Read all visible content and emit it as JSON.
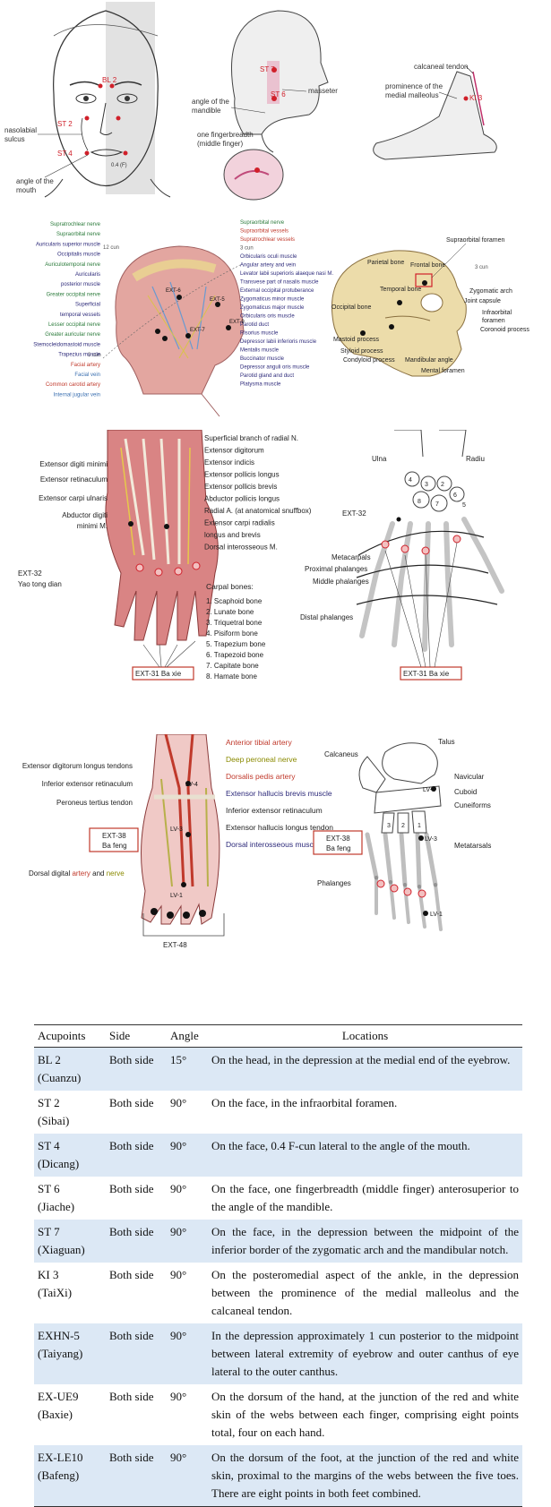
{
  "face": {
    "labels": {
      "bl2": "BL 2",
      "st2": "ST 2",
      "st4": "ST 4",
      "dist": "0.4 (F)",
      "nasolabial": [
        "nasolabial",
        "sulcus"
      ],
      "angle_mouth": [
        "angle of the",
        "mouth"
      ]
    }
  },
  "jaw": {
    "labels": {
      "st7": "ST 7",
      "st6": "ST 6",
      "masseter": "masseter",
      "angle_mandible": [
        "angle of the",
        "mandible"
      ],
      "fingerbreadth": [
        "one fingerbreadth",
        "(middle finger)"
      ]
    }
  },
  "ankle": {
    "labels": {
      "calcaneal": "calcaneal tendon",
      "prominence": [
        "prominence of the",
        "medial malleolus"
      ],
      "ki3": "KI 3"
    }
  },
  "head": {
    "left_labels": [
      {
        "t": "Supratrochlear nerve",
        "c": "#2a7a3a"
      },
      {
        "t": "Supraorbital nerve",
        "c": "#2a7a3a"
      },
      {
        "t": "Auricularis superior muscle",
        "c": "#2d2a7a"
      },
      {
        "t": "Occipitalis muscle",
        "c": "#2d2a7a"
      },
      {
        "t": "Auriculotemporal nerve",
        "c": "#2a7a3a"
      },
      {
        "t": "Auricularis",
        "c": "#2d2a7a"
      },
      {
        "t": "posterior muscle",
        "c": "#2d2a7a"
      },
      {
        "t": "Greater occipital nerve",
        "c": "#2a7a3a"
      },
      {
        "t": "Superficial",
        "c": "#2d2a7a"
      },
      {
        "t": "temporal vessels",
        "c": "#2d2a7a"
      },
      {
        "t": "Lesser occipital nerve",
        "c": "#2a7a3a"
      },
      {
        "t": "Greater auricular nerve",
        "c": "#2a7a3a"
      },
      {
        "t": "Stemocleidomastoid muscle",
        "c": "#2d2a7a"
      },
      {
        "t": "Trapezius muscle",
        "c": "#2d2a7a"
      },
      {
        "t": "Facial artery",
        "c": "#c0392b"
      },
      {
        "t": "Facial vein",
        "c": "#3a6fb0"
      },
      {
        "t": "Common carotid artery",
        "c": "#c0392b"
      },
      {
        "t": "Internal jugular vein",
        "c": "#3a6fb0"
      }
    ],
    "right_labels": [
      {
        "t": "Supraorbital nerve",
        "c": "#2a7a3a"
      },
      {
        "t": "Supraorbital vessels",
        "c": "#c0392b"
      },
      {
        "t": "Supratrochlear vessels",
        "c": "#c0392b"
      },
      {
        "t": "3 cun",
        "c": "#555"
      },
      {
        "t": "Orbicularis oculi muscle",
        "c": "#2d2a7a"
      },
      {
        "t": "Angular artery and vein",
        "c": "#2d2a7a"
      },
      {
        "t": "Levator labii superioris alaeque nasi M.",
        "c": "#2d2a7a"
      },
      {
        "t": "Transvese part of nasalis muscle",
        "c": "#2d2a7a"
      },
      {
        "t": "External occipital protuberance",
        "c": "#2d2a7a"
      },
      {
        "t": "Zygomaticus minor muscle",
        "c": "#2d2a7a"
      },
      {
        "t": "Zygomaticus major muscle",
        "c": "#2d2a7a"
      },
      {
        "t": "Orbicularis oris muscle",
        "c": "#2d2a7a"
      },
      {
        "t": "Parotid duct",
        "c": "#2d2a7a"
      },
      {
        "t": "Risorius muscle",
        "c": "#2d2a7a"
      },
      {
        "t": "Depressor labii inferioris muscle",
        "c": "#2d2a7a"
      },
      {
        "t": "Mentalis muscle",
        "c": "#2d2a7a"
      },
      {
        "t": "Buccinator muscle",
        "c": "#2d2a7a"
      },
      {
        "t": "Depressor anguli oris muscle",
        "c": "#2d2a7a"
      },
      {
        "t": "Parotid gland and duct",
        "c": "#2d2a7a"
      },
      {
        "t": "Platysma muscle",
        "c": "#2d2a7a"
      }
    ],
    "skull_labels": {
      "supraorbital_foramen": "Supraorbital foramen",
      "parietal": "Parietal bone",
      "frontal": "Frontal bone",
      "temporal": "Temporal bone",
      "occipital": "Occipital bone",
      "zygomatic": "Zygomatic arch",
      "joint": "Joint capsule",
      "infraorbital": [
        "Infraorbital",
        "foramen"
      ],
      "coronoid": "Coronoid process",
      "mastoid": "Mastoid process",
      "styloid": "Styloid process",
      "condyloid": "Condyloid process",
      "mandibular": "Mandibular angle",
      "mental": "Mental foramen",
      "cun12": "12 cun",
      "cun3": "3 cun"
    },
    "points": {
      "ext6": "EXT-6",
      "ext5": "EXT-5",
      "ext7": "EXT-7",
      "ext9": "EXT-9"
    }
  },
  "hand": {
    "center_labels": [
      "Superficial branch of radial N.",
      "Extensor digitorum",
      "Extensor indicis",
      "Extensor pollicis longus",
      "Extensor pollicis brevis",
      "Abductor pollicis longus",
      "Radial A. (at anatomical snuffbox)",
      "Extensor carpi radialis",
      "longus and brevis",
      "Dorsal interosseous M."
    ],
    "left_labels": [
      "Extensor digiti minimi",
      "Extensor retinaculum",
      "Extensor carpi ulnaris",
      "Abductor digiti",
      "minimi M.",
      "EXT-32",
      "Yao tong dian"
    ],
    "carpal_title": "Carpal bones:",
    "carpal": [
      "1. Scaphoid bone",
      "2. Lunate bone",
      "3. Triquetral bone",
      "4. Pisiform bone",
      "5. Trapezium bone",
      "6. Trapezoid bone",
      "7. Capitate bone",
      "8. Hamate bone"
    ],
    "box_label": "EXT-31 Ba xie",
    "bone_labels": {
      "ulna": "Ulna",
      "radius": "Radiu",
      "ext32": "EXT-32",
      "metacarpals": "Metacarpals",
      "proximal": "Proximal phalanges",
      "middle": "Middle phalanges",
      "distal": "Distal phalanges"
    }
  },
  "foot": {
    "right_labels": [
      {
        "t": "Anterior tibial artery",
        "c": "#c0392b"
      },
      {
        "t": "Deep peroneal nerve",
        "c": "#8a8a00"
      },
      {
        "t": "Dorsalis pedis artery",
        "c": "#c0392b"
      },
      {
        "t": "Extensor hallucis brevis muscle",
        "c": "#2d2a7a"
      },
      {
        "t": "Inferior extensor retinaculum",
        "c": "#222"
      },
      {
        "t": "Extensor hallucis longus tendon",
        "c": "#222"
      },
      {
        "t": "Dorsal interosseous muscle",
        "c": "#2d2a7a"
      }
    ],
    "left_labels": [
      "Extensor digitorum longus tendons",
      "Inferior extensor retinaculum",
      "Peroneus tertius tendon"
    ],
    "dorsal_digital": {
      "a": "Dorsal digital ",
      "b": "artery",
      "c": " and ",
      "d": "nerve"
    },
    "box": [
      "EXT-38",
      "Ba feng"
    ],
    "ext48": "EXT-48",
    "lv4": "LV-4",
    "lv3": "LV-3",
    "lv1": "LV-1",
    "bone_labels": {
      "talus": "Talus",
      "calcaneus": "Calcaneus",
      "navicular": "Navicular",
      "cuboid": "Cuboid",
      "cuneiforms": "Cuneiforms",
      "metatarsals": "Metatarsals",
      "phalanges": "Phalanges"
    }
  },
  "table": {
    "headers": [
      "Acupoints",
      "Side",
      "Angle",
      "Locations"
    ],
    "rows": [
      {
        "code": "BL 2",
        "name": "(Cuanzu)",
        "side": "Both side",
        "angle": "15°",
        "loc": "On the head, in the depression at the medial end of the eyebrow."
      },
      {
        "code": "ST 2",
        "name": "(Sibai)",
        "side": "Both side",
        "angle": "90°",
        "loc": "On the face, in the infraorbital foramen."
      },
      {
        "code": "ST 4",
        "name": "(Dicang)",
        "side": "Both side",
        "angle": "90°",
        "loc": "On the face, 0.4 F-cun lateral to the angle of the mouth."
      },
      {
        "code": "ST 6",
        "name": "(Jiache)",
        "side": "Both side",
        "angle": "90°",
        "loc": "On the face, one fingerbreadth (middle finger) anterosuperior to the angle of the mandible."
      },
      {
        "code": "ST 7",
        "name": "(Xiaguan)",
        "side": "Both side",
        "angle": "90°",
        "loc": "On the face, in the depression between the midpoint of the inferior border of the zygomatic arch and the mandibular notch."
      },
      {
        "code": "KI 3",
        "name": "(TaiXi)",
        "side": "Both side",
        "angle": "90°",
        "loc": "On the posteromedial aspect of the ankle, in the depression between the prominence of the medial malleolus and the calcaneal tendon."
      },
      {
        "code": "EXHN-5",
        "name": "(Taiyang)",
        "side": "Both side",
        "angle": "90°",
        "loc": "In the depression approximately 1 cun posterior to the midpoint between lateral extremity of eyebrow and outer canthus of eye lateral to the outer canthus."
      },
      {
        "code": "EX-UE9",
        "name": "(Baxie)",
        "side": "Both side",
        "angle": "90°",
        "loc": "On the dorsum of the hand, at the junction of the red and white skin of the webs between each finger, comprising eight points total, four on each hand."
      },
      {
        "code": "EX-LE10",
        "name": "(Bafeng)",
        "side": "Both side",
        "angle": "90°",
        "loc": "On the dorsum of the foot, at the junction of the red and white skin, proximal to the margins of the webs between the five toes. There are eight points in both feet combined."
      }
    ]
  }
}
